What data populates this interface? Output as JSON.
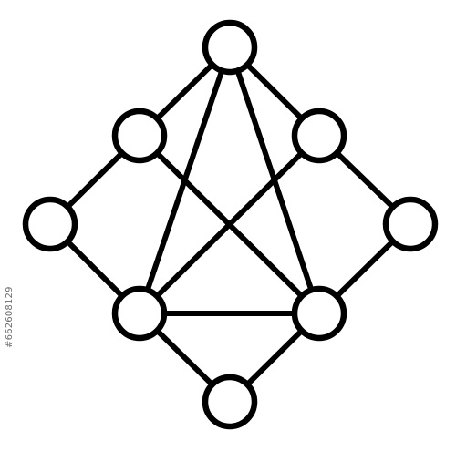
{
  "diagram": {
    "nodes": [
      {
        "id": "top"
      },
      {
        "id": "upper-left"
      },
      {
        "id": "upper-right"
      },
      {
        "id": "far-left"
      },
      {
        "id": "far-right"
      },
      {
        "id": "lower-left"
      },
      {
        "id": "lower-right"
      },
      {
        "id": "bottom"
      }
    ],
    "edges": [
      [
        "top",
        "upper-left"
      ],
      [
        "top",
        "upper-right"
      ],
      [
        "top",
        "lower-left"
      ],
      [
        "top",
        "lower-right"
      ],
      [
        "upper-left",
        "far-left"
      ],
      [
        "upper-left",
        "lower-right"
      ],
      [
        "upper-right",
        "far-right"
      ],
      [
        "upper-right",
        "lower-left"
      ],
      [
        "far-left",
        "lower-left"
      ],
      [
        "far-right",
        "lower-right"
      ],
      [
        "lower-left",
        "lower-right"
      ],
      [
        "lower-left",
        "bottom"
      ],
      [
        "lower-right",
        "bottom"
      ]
    ],
    "stroke_color": "#000000",
    "fill_color": "#ffffff"
  },
  "watermark": {
    "id_text": "#662608129"
  }
}
